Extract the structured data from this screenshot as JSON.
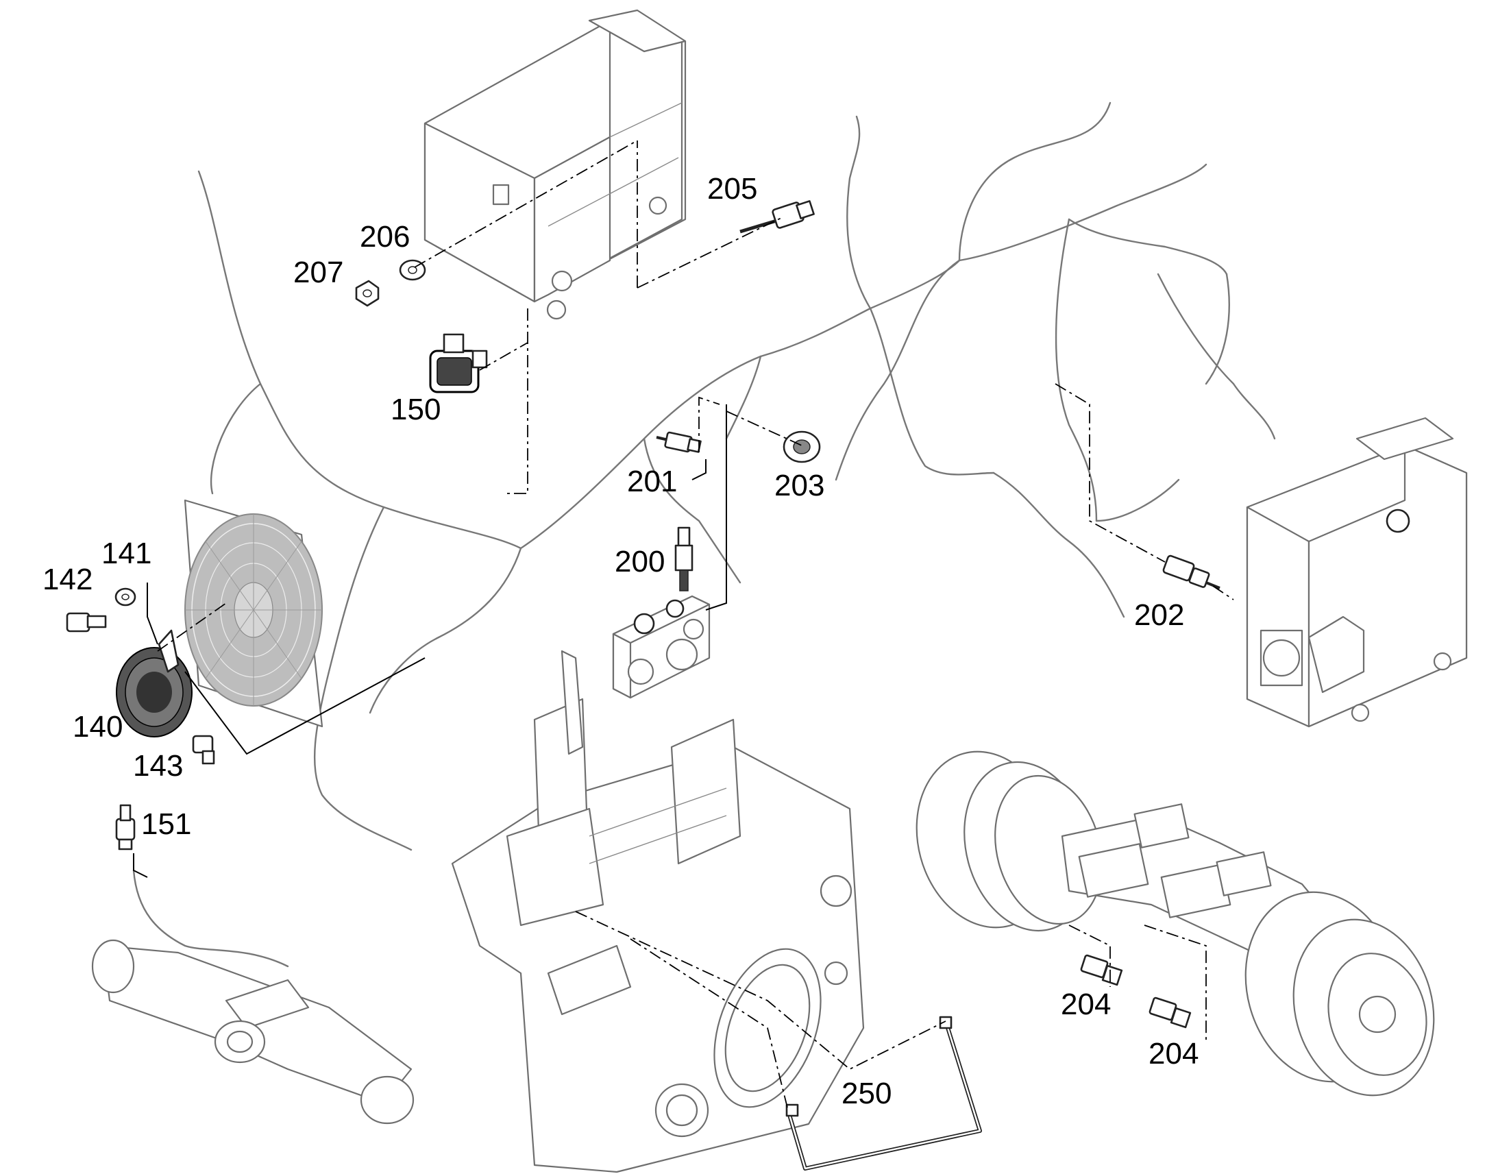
{
  "diagram": {
    "callouts": [
      {
        "id": "c205",
        "text": "205"
      },
      {
        "id": "c206",
        "text": "206"
      },
      {
        "id": "c207",
        "text": "207"
      },
      {
        "id": "c150",
        "text": "150"
      },
      {
        "id": "c201",
        "text": "201"
      },
      {
        "id": "c203",
        "text": "203"
      },
      {
        "id": "c200",
        "text": "200"
      },
      {
        "id": "c202",
        "text": "202"
      },
      {
        "id": "c141",
        "text": "141"
      },
      {
        "id": "c142",
        "text": "142"
      },
      {
        "id": "c140",
        "text": "140"
      },
      {
        "id": "c143",
        "text": "143"
      },
      {
        "id": "c151",
        "text": "151"
      },
      {
        "id": "c204a",
        "text": "204"
      },
      {
        "id": "c204b",
        "text": "204"
      },
      {
        "id": "c250",
        "text": "250"
      }
    ]
  }
}
